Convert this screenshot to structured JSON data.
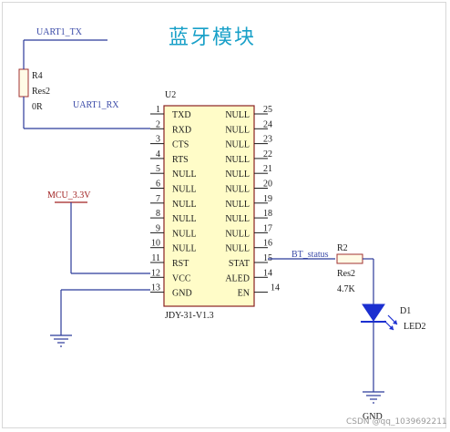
{
  "title": "蓝牙模块",
  "nets": {
    "uart_tx": "UART1_TX",
    "uart_rx": "UART1_RX",
    "mcu_power": "MCU_3.3V",
    "bt_status": "BT_status",
    "gnd": "GND"
  },
  "r4": {
    "ref": "R4",
    "type": "Res2",
    "value": "0R"
  },
  "u2": {
    "ref": "U2",
    "part": "JDY-31-V1.3",
    "left_pins": [
      {
        "num": "1",
        "name": "TXD"
      },
      {
        "num": "2",
        "name": "RXD"
      },
      {
        "num": "3",
        "name": "CTS"
      },
      {
        "num": "4",
        "name": "RTS"
      },
      {
        "num": "5",
        "name": "NULL"
      },
      {
        "num": "6",
        "name": "NULL"
      },
      {
        "num": "7",
        "name": "NULL"
      },
      {
        "num": "8",
        "name": "NULL"
      },
      {
        "num": "9",
        "name": "NULL"
      },
      {
        "num": "10",
        "name": "NULL"
      },
      {
        "num": "11",
        "name": "RST"
      },
      {
        "num": "12",
        "name": "VCC"
      },
      {
        "num": "13",
        "name": "GND"
      }
    ],
    "right_pins": [
      {
        "num": "25",
        "name": "NULL"
      },
      {
        "num": "24",
        "name": "NULL"
      },
      {
        "num": "23",
        "name": "NULL"
      },
      {
        "num": "22",
        "name": "NULL"
      },
      {
        "num": "21",
        "name": "NULL"
      },
      {
        "num": "20",
        "name": "NULL"
      },
      {
        "num": "19",
        "name": "NULL"
      },
      {
        "num": "18",
        "name": "NULL"
      },
      {
        "num": "17",
        "name": "NULL"
      },
      {
        "num": "16",
        "name": "NULL"
      },
      {
        "num": "15",
        "name": "STAT"
      },
      {
        "num": "14",
        "name": "ALED"
      },
      {
        "num": "",
        "name": "EN"
      }
    ],
    "extra_pin_num": "14"
  },
  "r2": {
    "ref": "R2",
    "type": "Res2",
    "value": "4.7K"
  },
  "d1": {
    "ref": "D1",
    "type": "LED2"
  },
  "watermark": "CSDN @qq_1039692211"
}
